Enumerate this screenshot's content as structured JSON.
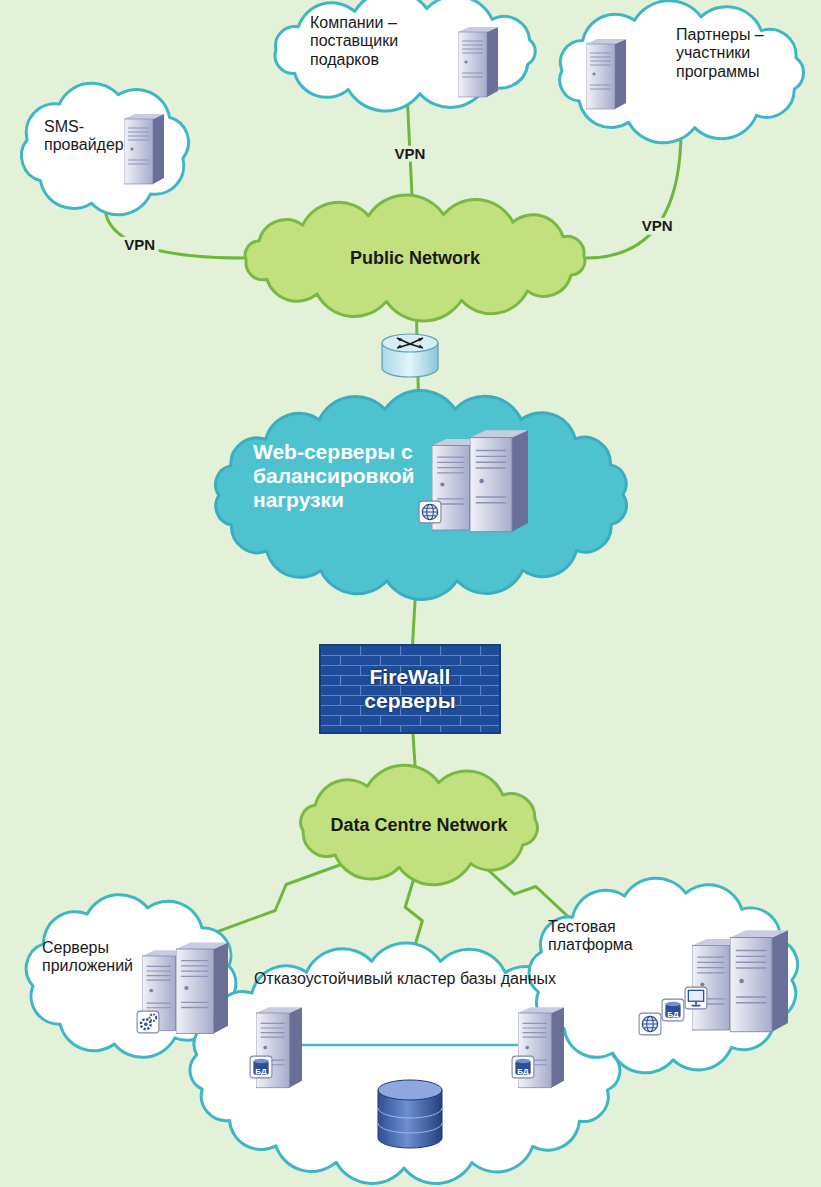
{
  "diagram": {
    "nodes": [
      {
        "text": [
          "SMS-провайдер"
        ]
      },
      {
        "text": [
          "Компании – поставщики подарков"
        ]
      },
      {
        "text": [
          "Партнеры – участники программы"
        ]
      },
      {
        "text": [
          "Public Network"
        ]
      },
      {
        "text": [
          "Web-серверы с балансировкой нагрузки"
        ]
      },
      {
        "text": [
          "FireWall серверы"
        ]
      },
      {
        "text": [
          "Data Centre Network"
        ]
      },
      {
        "text": [
          "Серверы приложений"
        ]
      },
      {
        "text": [
          "Отказоустойчивый кластер базы данных"
        ]
      },
      {
        "text": [
          "Тестовая платформа"
        ]
      }
    ],
    "edges": [
      {
        "from": 0,
        "to": 3,
        "arrow": "none",
        "label": "VPN"
      },
      {
        "from": 1,
        "to": 3,
        "arrow": "none",
        "label": "VPN"
      },
      {
        "from": 2,
        "to": 3,
        "arrow": "none",
        "label": "VPN"
      },
      {
        "from": 3,
        "to": 4,
        "arrow": "none"
      },
      {
        "from": 4,
        "to": 5,
        "arrow": "none"
      },
      {
        "from": 5,
        "to": 6,
        "arrow": "none"
      },
      {
        "from": 6,
        "to": 7,
        "arrow": "none"
      },
      {
        "from": 6,
        "to": 8,
        "arrow": "none"
      },
      {
        "from": 6,
        "to": 9,
        "arrow": "none"
      }
    ],
    "labels": [
      "БД",
      "БД",
      "БД"
    ]
  }
}
